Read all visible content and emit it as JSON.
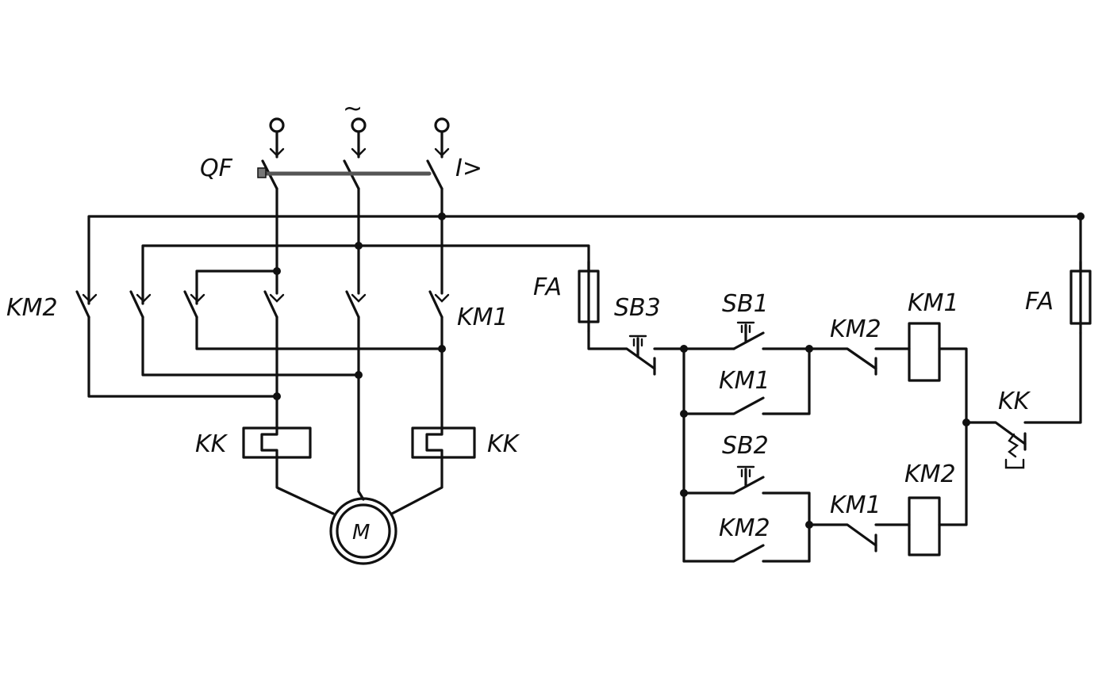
{
  "diagram": {
    "labels": {
      "supply": "~",
      "breaker": "QF",
      "overcurrent": "I>",
      "km2_power": "KM2",
      "km1_power": "KM1",
      "kk_left": "KK",
      "kk_right": "KK",
      "motor": "M",
      "fuse_left": "FA",
      "fuse_right": "FA",
      "sb3": "SB3",
      "sb1": "SB1",
      "sb2": "SB2",
      "km1_hold": "KM1",
      "km2_hold": "KM2",
      "km2_interlock": "KM2",
      "km1_interlock": "KM1",
      "km1_coil": "KM1",
      "km2_coil": "KM2",
      "kk_control": "KK"
    },
    "components": [
      "supply-terminals",
      "circuit-breaker-qf",
      "contactor-km1-power",
      "contactor-km2-power",
      "thermal-relay-kk",
      "motor-m",
      "fuse-fa",
      "stop-button-sb3",
      "start-button-sb1",
      "start-button-sb2",
      "coil-km1",
      "coil-km2",
      "thermal-contact-kk"
    ]
  }
}
